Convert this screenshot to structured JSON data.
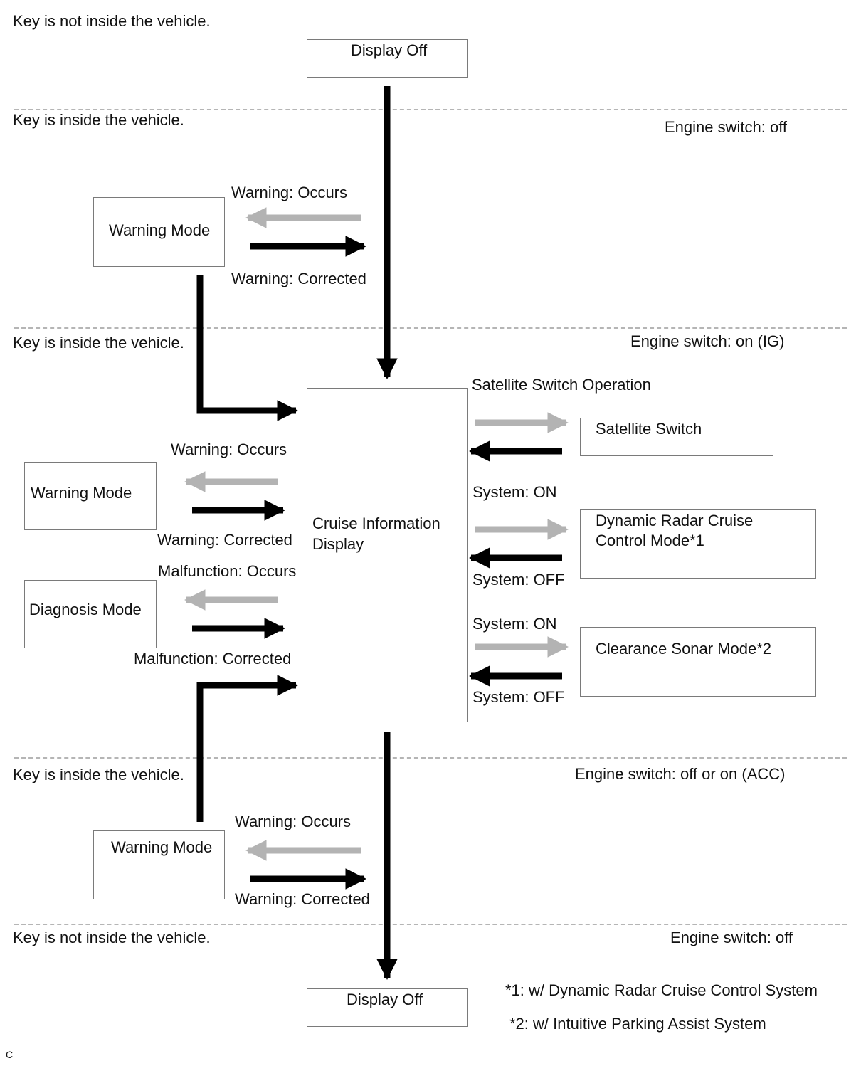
{
  "zones": {
    "z1_left": "Key is not inside the vehicle.",
    "z2_left": "Key is inside the vehicle.",
    "z2_right": "Engine switch: off",
    "z3_left": "Key is inside the vehicle.",
    "z3_right": "Engine switch: on (IG)",
    "z4_left": "Key is inside the vehicle.",
    "z4_right": "Engine switch: off or on (ACC)",
    "z5_left": "Key is not inside the vehicle.",
    "z5_right": "Engine switch: off"
  },
  "boxes": {
    "display_off_top": "Display Off",
    "warning_mode_upper": "Warning Mode",
    "cruise_info_line1": "Cruise Information",
    "cruise_info_line2": "Display",
    "warning_mode_mid": "Warning Mode",
    "diagnosis_mode": "Diagnosis Mode",
    "satellite_switch": "Satellite Switch",
    "drc_line1": "Dynamic Radar Cruise",
    "drc_line2": "Control Mode*1",
    "clearance_sonar": "Clearance Sonar Mode*2",
    "warning_mode_lower": "Warning Mode",
    "display_off_bottom": "Display Off"
  },
  "labels": {
    "upper_warning_occurs": "Warning: Occurs",
    "upper_warning_corrected": "Warning: Corrected",
    "satellite_switch_operation": "Satellite Switch Operation",
    "mid_warning_occurs": "Warning: Occurs",
    "mid_warning_corrected": "Warning: Corrected",
    "malfunction_occurs": "Malfunction: Occurs",
    "malfunction_corrected": "Malfunction: Corrected",
    "drc_system_on": "System: ON",
    "drc_system_off": "System: OFF",
    "sonar_system_on": "System: ON",
    "sonar_system_off": "System: OFF",
    "lower_warning_occurs": "Warning: Occurs",
    "lower_warning_corrected": "Warning: Corrected"
  },
  "footnotes": {
    "note1": "*1: w/ Dynamic Radar Cruise Control System",
    "note2": "*2: w/ Intuitive Parking Assist System"
  },
  "corner_mark": "C",
  "colors": {
    "primary_arrow": "#000000",
    "secondary_arrow": "#b3b3b3",
    "divider": "#b5b5b5",
    "box_border": "#7a7a7a"
  }
}
